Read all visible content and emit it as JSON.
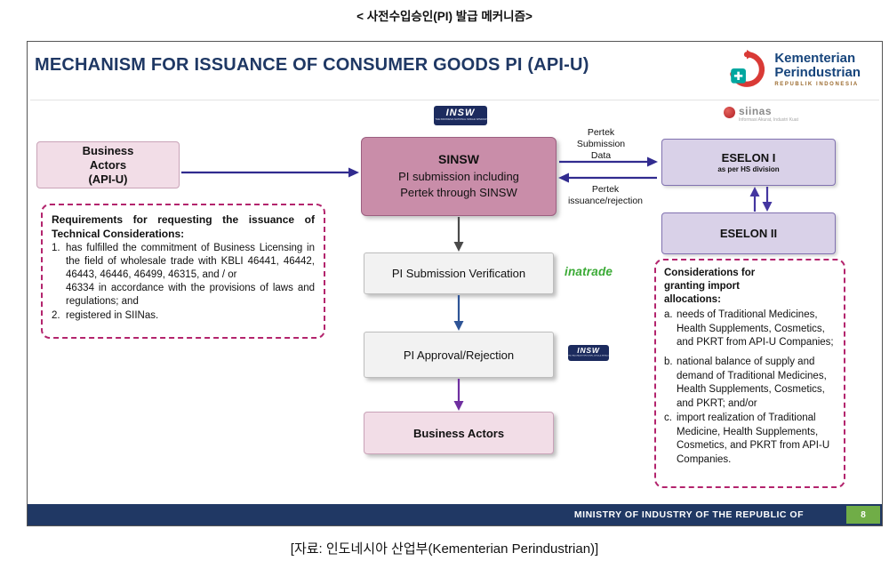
{
  "palette": {
    "title_navy": "#1f3864",
    "footer_navy": "#203864",
    "page_green": "#70ad47",
    "dashed_magenta": "#b3246d",
    "pink_box": "#f2dde7",
    "mauve_box": "#c98da9",
    "lavender_box": "#d9d1e8",
    "gray_box": "#f2f2f2",
    "inatrade_green": "#3aaa35",
    "insw_navy": "#1c2b5e"
  },
  "doc": {
    "top_title": "< 사전수입승인(PI) 발급 메커니즘>",
    "bottom_caption": "[자료: 인도네시아 산업부(Kementerian Perindustrian)]"
  },
  "header": {
    "title": "MECHANISM FOR ISSUANCE OF CONSUMER GOODS PI (API-U)",
    "logo": {
      "line1": "Kementerian",
      "line2": "Perindustrian",
      "line3": "REPUBLIK INDONESIA"
    }
  },
  "logos": {
    "insw_main": "INSW",
    "insw_main_sub": "THE INDONESIA NATIONAL SINGLE WINDOW",
    "insw_small": "INSW",
    "siinas": "siinas",
    "siinas_sub": "Informasi Akurat, Industri Kuat",
    "inatrade": "inatrade"
  },
  "flow": {
    "business_actors_top": "Business\nActors\n(API-U)",
    "sinsw_title": "SINSW",
    "sinsw_line2": "PI submission including",
    "sinsw_line3": "Pertek through SINSW",
    "eselon1_title": "ESELON I",
    "eselon1_sub": "as per HS division",
    "eselon2_title": "ESELON II",
    "pi_verification": "PI Submission Verification",
    "pi_approval": "PI Approval/Rejection",
    "business_actors_bottom": "Business Actors",
    "label_pertek_submission": "Pertek\nSubmission\nData",
    "label_pertek_issuance": "Pertek\nissuance/rejection"
  },
  "requirements": {
    "heading": "Requirements for requesting the issuance of Technical Considerations:",
    "items": [
      {
        "marker": "1.",
        "text": "has fulfilled the commitment of Business Licensing in the field of wholesale trade with KBLI 46441, 46442, 46443, 46446, 46499, 46315, and / or\n46334 in accordance with the provisions of laws and regulations; and"
      },
      {
        "marker": "2.",
        "text": "registered in SIINas."
      }
    ]
  },
  "considerations": {
    "heading": "Considerations for\ngranting import\nallocations:",
    "items": [
      {
        "marker": "a.",
        "text": "needs of Traditional Medicines, Health Supplements, Cosmetics, and PKRT from API-U Companies;"
      },
      {
        "marker": "b.",
        "text": "national balance of supply and demand of Traditional Medicines, Health Supplements, Cosmetics, and PKRT; and/or"
      },
      {
        "marker": "c.",
        "text": "import realization of Traditional Medicine, Health Supplements, Cosmetics, and PKRT from API-U Companies."
      }
    ]
  },
  "footer": {
    "ministry": "MINISTRY OF INDUSTRY OF THE REPUBLIC OF",
    "page": "8"
  }
}
